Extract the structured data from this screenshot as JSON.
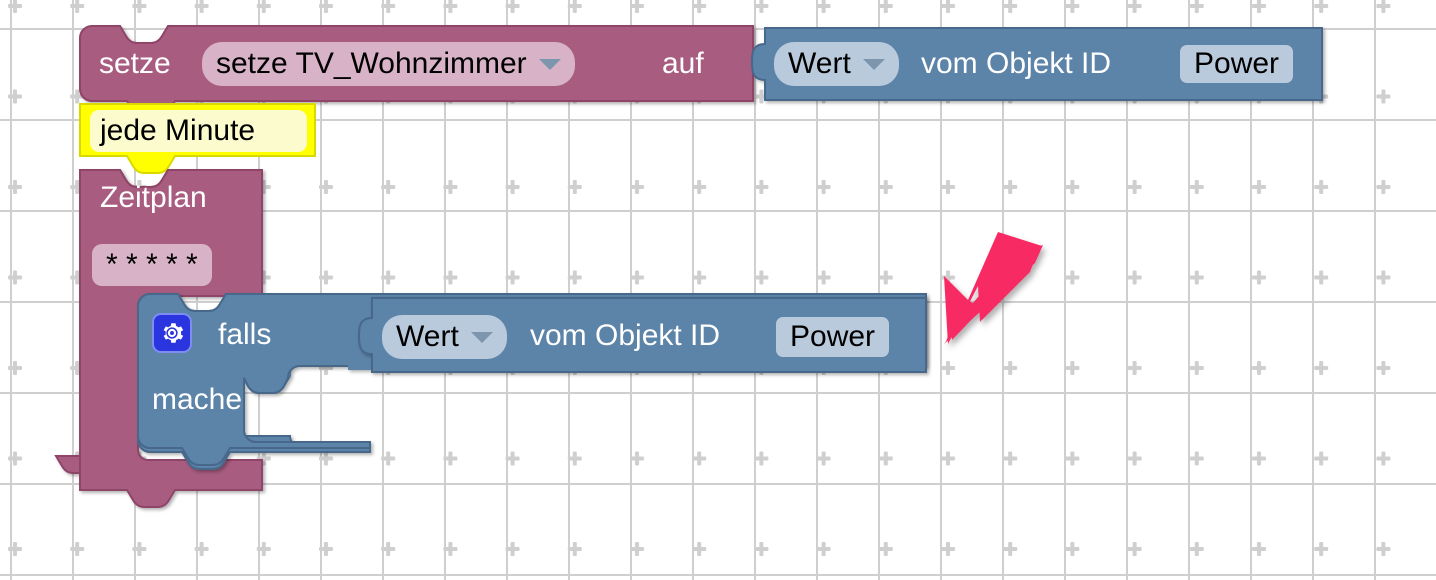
{
  "app": {
    "name": "blockly-workspace",
    "grid_style": "cross-dots"
  },
  "colors": {
    "block_purple": "#a85b80",
    "block_purple_dark": "#8e4468",
    "block_blue": "#5b83a8",
    "block_blue_dark": "#46688a",
    "block_yellow": "#ffff00",
    "block_yellow_dark": "#d6d600",
    "field_pink": "#d8b2c6",
    "field_pink_light": "#fbfbcd",
    "field_blue": "#b9cadc",
    "gear_blue": "#2a35e0",
    "arrow_pink": "#f82a63",
    "grid_dot": "#cfcfcf",
    "canvas": "#ffffff"
  },
  "blocks": {
    "set_statement": {
      "name": "setze-block",
      "type": "control_set",
      "label_prefix": "setze",
      "variable_field": {
        "value": "setze TV_Wohnzimmer",
        "has_dropdown": true
      },
      "label_suffix": "auf"
    },
    "get_value_top": {
      "name": "wert-vom-objekt-block-top",
      "type": "value_getter",
      "dropdown": {
        "value": "Wert",
        "has_dropdown": true
      },
      "label": "vom Objekt ID",
      "object_id": "Power"
    },
    "schedule_hat": {
      "name": "jede-minute-hat",
      "type": "hat_comment",
      "label": "jede Minute"
    },
    "schedule": {
      "name": "zeitplan-block",
      "type": "schedule",
      "label": "Zeitplan",
      "cron_field": "* * * * *"
    },
    "if_block": {
      "name": "falls-block",
      "type": "controls_if",
      "mutator_icon": "gear-icon",
      "label_if": "falls",
      "label_do": "mache"
    },
    "get_value_condition": {
      "name": "wert-vom-objekt-block-condition",
      "type": "value_getter",
      "dropdown": {
        "value": "Wert",
        "has_dropdown": true
      },
      "label": "vom Objekt ID",
      "object_id": "Power"
    }
  },
  "annotations": {
    "pointer_arrow": {
      "name": "pink-arrow-annotation",
      "direction": "down-left",
      "color": "#f82a63"
    }
  }
}
